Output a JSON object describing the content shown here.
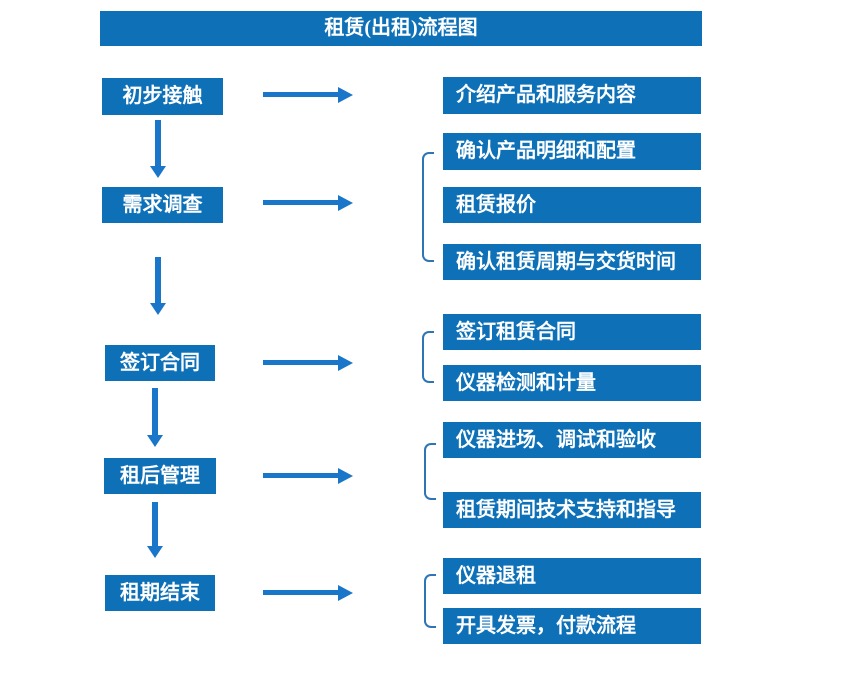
{
  "title": "租赁(出租)流程图",
  "colors": {
    "box": "#0e71b8",
    "arrow": "#1976c8",
    "bracket": "#2e75b6",
    "text": "#ffffff",
    "background": "#ffffff"
  },
  "stages": [
    {
      "label": "初步接触",
      "outputs": [
        "介绍产品和服务内容"
      ]
    },
    {
      "label": "需求调查",
      "outputs": [
        "确认产品明细和配置",
        "租赁报价",
        "确认租赁周期与交货时间"
      ]
    },
    {
      "label": "签订合同",
      "outputs": [
        "签订租赁合同",
        "仪器检测和计量"
      ]
    },
    {
      "label": "租后管理",
      "outputs": [
        "仪器进场、调试和验收",
        "租赁期间技术支持和指导"
      ]
    },
    {
      "label": "租期结束",
      "outputs": [
        "仪器退租",
        "开具发票，付款流程"
      ]
    }
  ]
}
